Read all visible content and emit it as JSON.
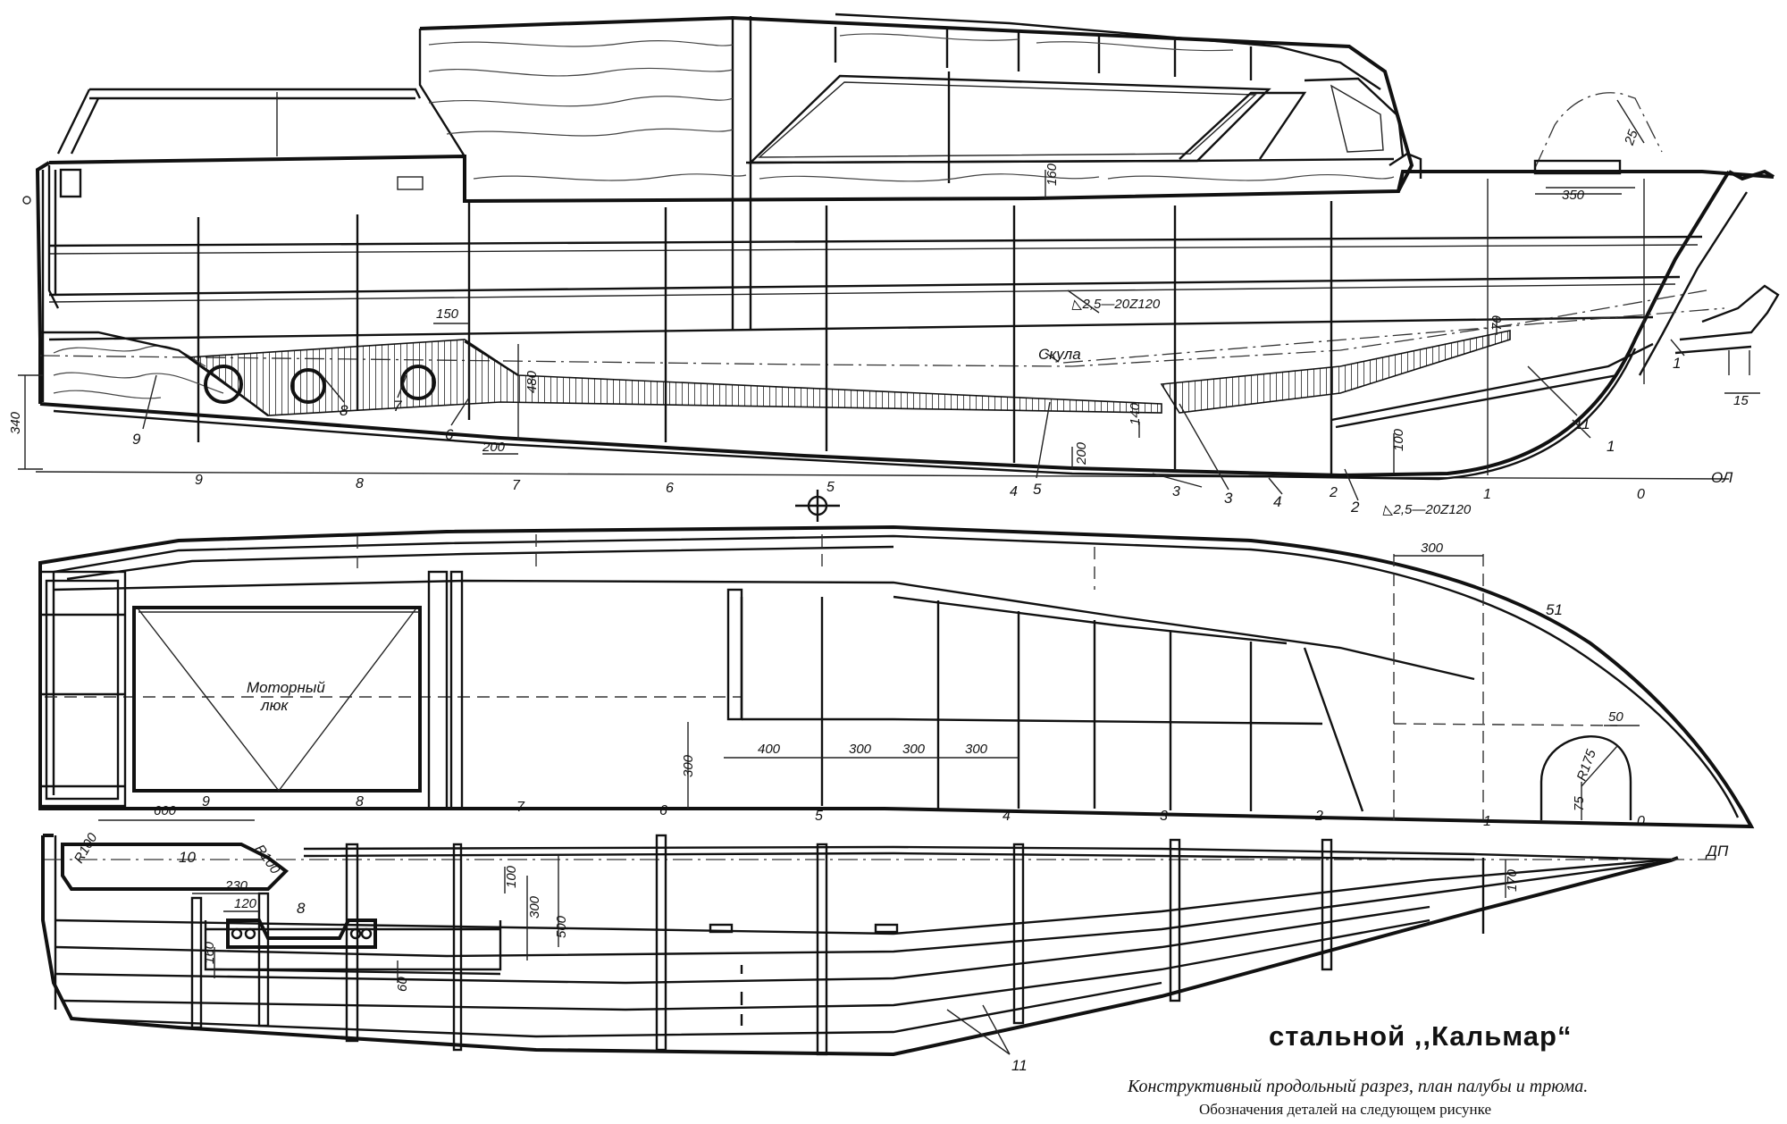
{
  "title": "стальной ,,Кальмар“",
  "caption": "Конструктивный продольный разрез, план палубы и трюма.",
  "note": "Обозначения деталей на следующем рисунке",
  "side_view": {
    "stations": [
      "9",
      "8",
      "7",
      "6",
      "5",
      "4",
      "3",
      "2",
      "1",
      "0"
    ],
    "baseline_label": "ОЛ",
    "chine_label": "Скула",
    "part_numbers": [
      "9",
      "8",
      "7",
      "6",
      "5",
      "4",
      "3",
      "2",
      "1",
      "11",
      "3",
      "4"
    ],
    "dims": {
      "d340": "340",
      "d150": "150",
      "d480": "480",
      "d200a": "200",
      "d200b": "200",
      "d160": "160",
      "d140": "140",
      "d70": "70",
      "d100": "100",
      "d350": "350",
      "d25": "25",
      "d15": "15",
      "weld1": "◺2,5—20Z120",
      "weld2": "◺2,5—20Z120"
    },
    "midship_symbol": "⊗"
  },
  "deck_plan": {
    "hatch_label_1": "Моторный",
    "hatch_label_2": "люк",
    "part_51": "51",
    "stations": [
      "9",
      "8",
      "7",
      "6",
      "5",
      "4",
      "3",
      "2",
      "1",
      "0"
    ],
    "dims": {
      "d300top": "300",
      "d300v": "300",
      "d400": "400",
      "d300a": "300",
      "d300b": "300",
      "d300c": "300",
      "d50": "50",
      "r175": "R175",
      "d75": "75"
    }
  },
  "hold_plan": {
    "centerline_label": "ДП",
    "part_10": "10",
    "part_8": "8",
    "part_11": "11",
    "dims": {
      "d600": "600",
      "r100a": "R100",
      "r100b": "R100",
      "d230": "230",
      "d120": "120",
      "d100": "100",
      "d300": "300",
      "d500": "500",
      "d160": "160",
      "d60": "60",
      "d170": "170"
    }
  }
}
